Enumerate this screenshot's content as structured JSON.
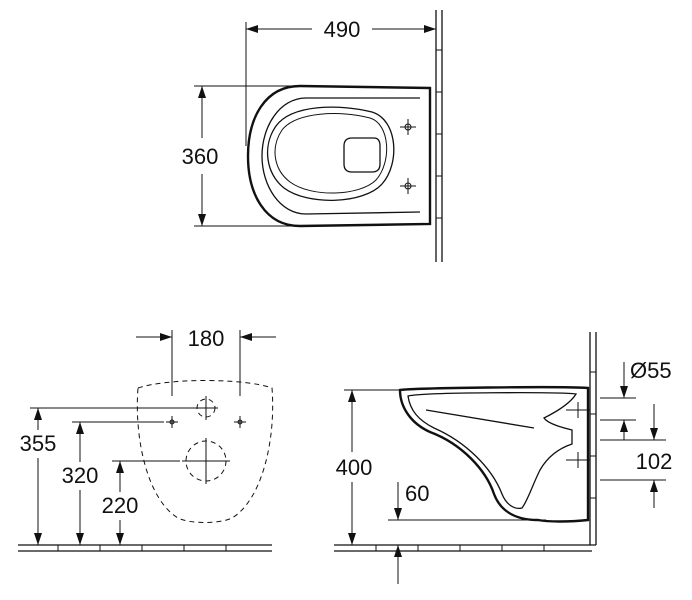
{
  "diagram": {
    "top_view": {
      "width_label": "490",
      "depth_label": "360"
    },
    "front_view": {
      "fixing_spacing_label": "180",
      "fixing_height_label": "355",
      "inlet_height_label": "320",
      "outlet_height_label": "220"
    },
    "side_view": {
      "rim_height_label": "400",
      "outlet_depth_label": "60",
      "inlet_diameter_label": "Ø55",
      "inlet_offset_label": "102"
    }
  }
}
